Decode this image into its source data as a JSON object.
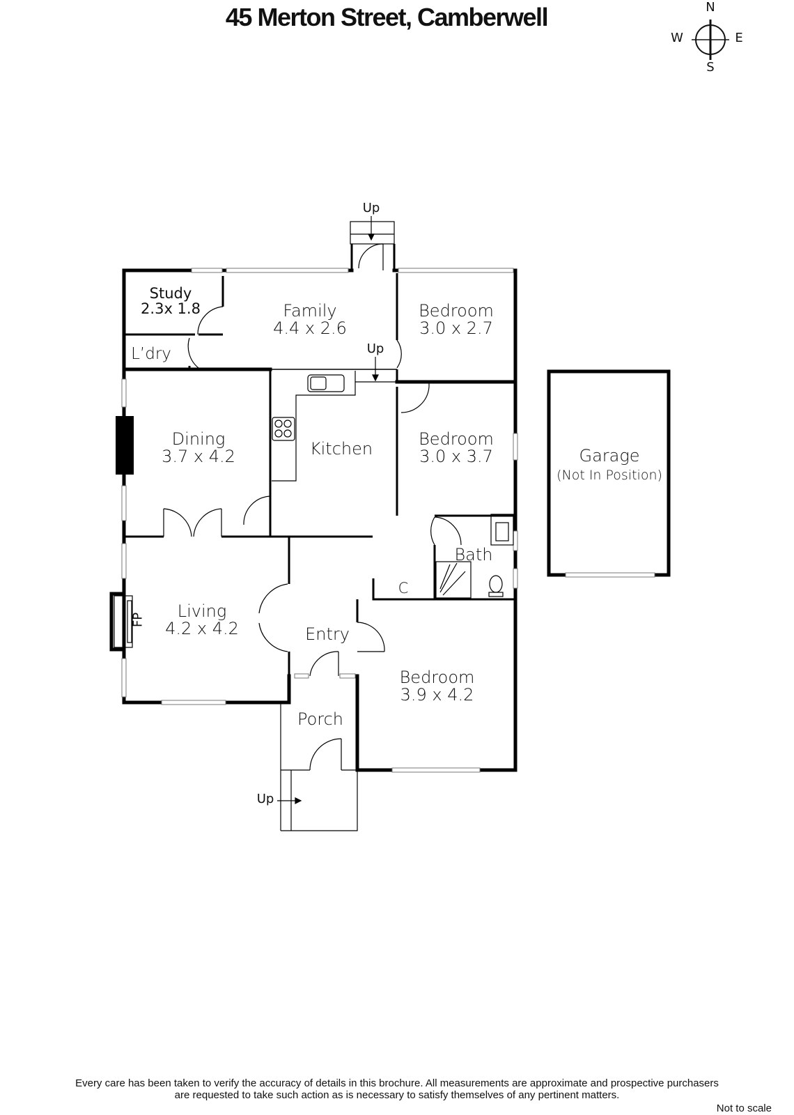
{
  "title": "45 Merton Street, Camberwell",
  "compass": {
    "n": "N",
    "s": "S",
    "e": "E",
    "w": "W"
  },
  "rooms": {
    "study": {
      "name": "Study",
      "size": "2.3x 1.8"
    },
    "family": {
      "name": "Family",
      "size": "4.4 x 2.6"
    },
    "bedroom1": {
      "name": "Bedroom",
      "size": "3.0 x 2.7"
    },
    "laundry": {
      "name": "L’dry"
    },
    "dining": {
      "name": "Dining",
      "size": "3.7 x 4.2"
    },
    "kitchen": {
      "name": "Kitchen"
    },
    "bedroom2": {
      "name": "Bedroom",
      "size": "3.0 x 3.7"
    },
    "bath": {
      "name": "Bath"
    },
    "cupboard": {
      "name": "C"
    },
    "living": {
      "name": "Living",
      "size": "4.2 x 4.2"
    },
    "fireplace": {
      "name": "FP"
    },
    "entry": {
      "name": "Entry"
    },
    "bedroom3": {
      "name": "Bedroom",
      "size": "3.9 x 4.2"
    },
    "porch": {
      "name": "Porch"
    },
    "garage": {
      "name": "Garage",
      "note": "(Not In Position)"
    }
  },
  "stairs": {
    "rear": "Up",
    "kitchen": "Up",
    "front": "Up"
  },
  "footer": {
    "disclaimer_line1": "Every care has been taken to verify the accuracy of details in this brochure.  All measurements are approximate and prospective purchasers",
    "disclaimer_line2": "are requested to take such action as is necessary to satisfy themselves of any pertinent matters.",
    "not_to_scale": "Not to scale"
  }
}
